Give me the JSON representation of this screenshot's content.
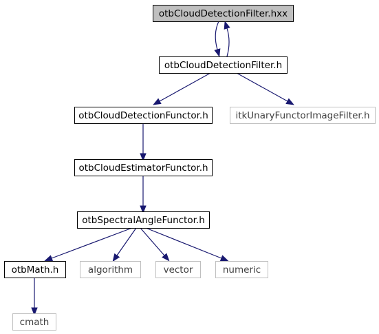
{
  "graph": {
    "colors": {
      "edge": "#191970",
      "node_border": "#000000",
      "external_border": "#bfbfbf",
      "root_fill": "#bfbfbf",
      "node_fill": "#ffffff"
    },
    "nodes": [
      {
        "id": "n0",
        "label": "otbCloudDetectionFilter.hxx",
        "kind": "root"
      },
      {
        "id": "n1",
        "label": "otbCloudDetectionFilter.h",
        "kind": "file"
      },
      {
        "id": "n2",
        "label": "otbCloudDetectionFunctor.h",
        "kind": "file"
      },
      {
        "id": "n3",
        "label": "itkUnaryFunctorImageFilter.h",
        "kind": "external"
      },
      {
        "id": "n4",
        "label": "otbCloudEstimatorFunctor.h",
        "kind": "file"
      },
      {
        "id": "n5",
        "label": "otbSpectralAngleFunctor.h",
        "kind": "file"
      },
      {
        "id": "n6",
        "label": "otbMath.h",
        "kind": "file"
      },
      {
        "id": "n7",
        "label": "algorithm",
        "kind": "external"
      },
      {
        "id": "n8",
        "label": "vector",
        "kind": "external"
      },
      {
        "id": "n9",
        "label": "numeric",
        "kind": "external"
      },
      {
        "id": "n10",
        "label": "cmath",
        "kind": "external"
      }
    ],
    "edges": [
      {
        "from": "n0",
        "to": "n1"
      },
      {
        "from": "n1",
        "to": "n0"
      },
      {
        "from": "n1",
        "to": "n2"
      },
      {
        "from": "n1",
        "to": "n3"
      },
      {
        "from": "n2",
        "to": "n4"
      },
      {
        "from": "n4",
        "to": "n5"
      },
      {
        "from": "n5",
        "to": "n6"
      },
      {
        "from": "n5",
        "to": "n7"
      },
      {
        "from": "n5",
        "to": "n8"
      },
      {
        "from": "n5",
        "to": "n9"
      },
      {
        "from": "n6",
        "to": "n10"
      }
    ]
  }
}
